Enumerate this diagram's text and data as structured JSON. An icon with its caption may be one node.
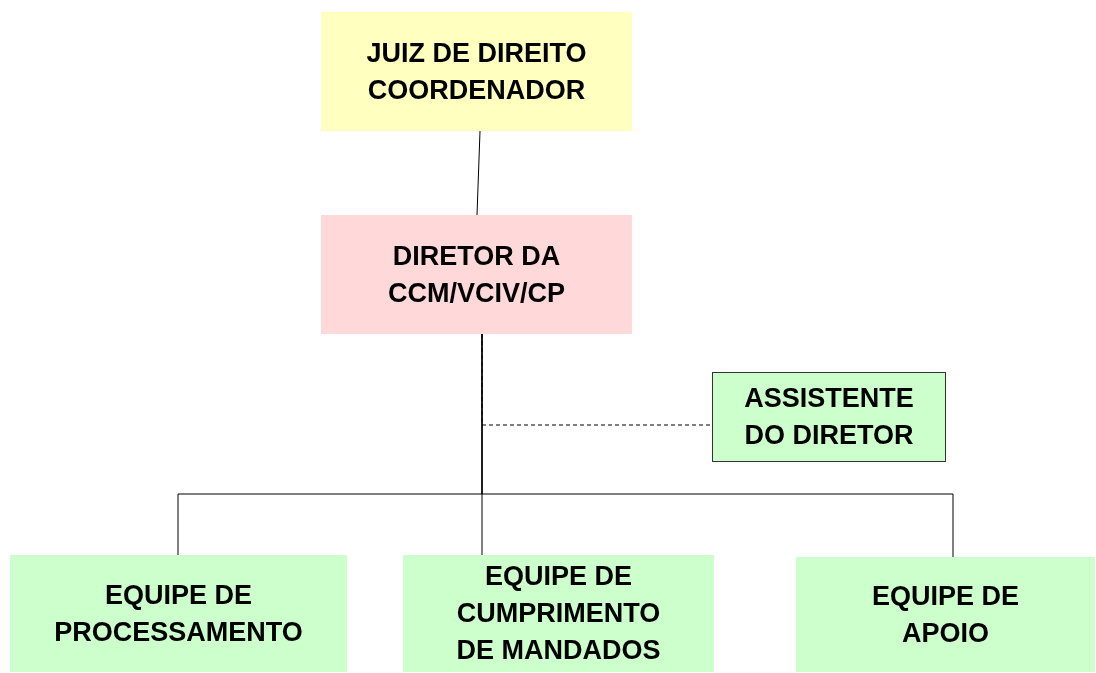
{
  "diagram": {
    "nodes": [
      {
        "text": [
          "JUIZ DE DIREITO COORDENADOR"
        ]
      },
      {
        "text": [
          "DIRETOR DA CCM/VCIV/CP"
        ]
      },
      {
        "text": [
          "ASSISTENTE DO DIRETOR"
        ]
      },
      {
        "text": [
          "EQUIPE DE PROCESSAMENTO"
        ]
      },
      {
        "text": [
          "EQUIPE DE CUMPRIMENTO DE MANDADOS"
        ]
      },
      {
        "text": [
          "EQUIPE DE APOIO"
        ]
      }
    ],
    "edges": [
      {
        "from": 0,
        "to": 1,
        "arrow": "none"
      },
      {
        "from": 1,
        "to": 2,
        "arrow": "none",
        "style": "dashed"
      },
      {
        "from": 1,
        "to": 3,
        "arrow": "none"
      },
      {
        "from": 1,
        "to": 4,
        "arrow": "none"
      },
      {
        "from": 1,
        "to": 5,
        "arrow": "none"
      }
    ]
  }
}
